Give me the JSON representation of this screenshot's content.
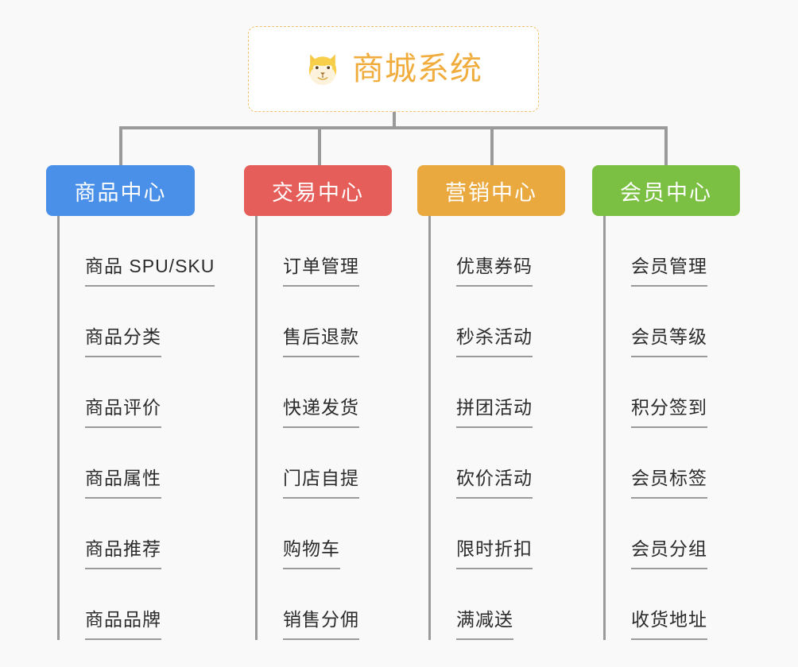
{
  "canvas": {
    "background_color": "#f9f9f9",
    "line_color": "#9a9a9a"
  },
  "root": {
    "title": "商城系统",
    "icon": "dog-face-icon",
    "text_color": "#f0ad3e",
    "border_color": "#f0c070",
    "background_color": "#ffffff"
  },
  "categories": [
    {
      "label": "商品中心",
      "color": "#4a90e8",
      "items": [
        "商品 SPU/SKU",
        "商品分类",
        "商品评价",
        "商品属性",
        "商品推荐",
        "商品品牌"
      ]
    },
    {
      "label": "交易中心",
      "color": "#e55e5a",
      "items": [
        "订单管理",
        "售后退款",
        "快递发货",
        "门店自提",
        "购物车",
        "销售分佣"
      ]
    },
    {
      "label": "营销中心",
      "color": "#eaa93f",
      "items": [
        "优惠券码",
        "秒杀活动",
        "拼团活动",
        "砍价活动",
        "限时折扣",
        "满减送"
      ]
    },
    {
      "label": "会员中心",
      "color": "#7bc043",
      "items": [
        "会员管理",
        "会员等级",
        "积分签到",
        "会员标签",
        "会员分组",
        "收货地址"
      ]
    }
  ]
}
